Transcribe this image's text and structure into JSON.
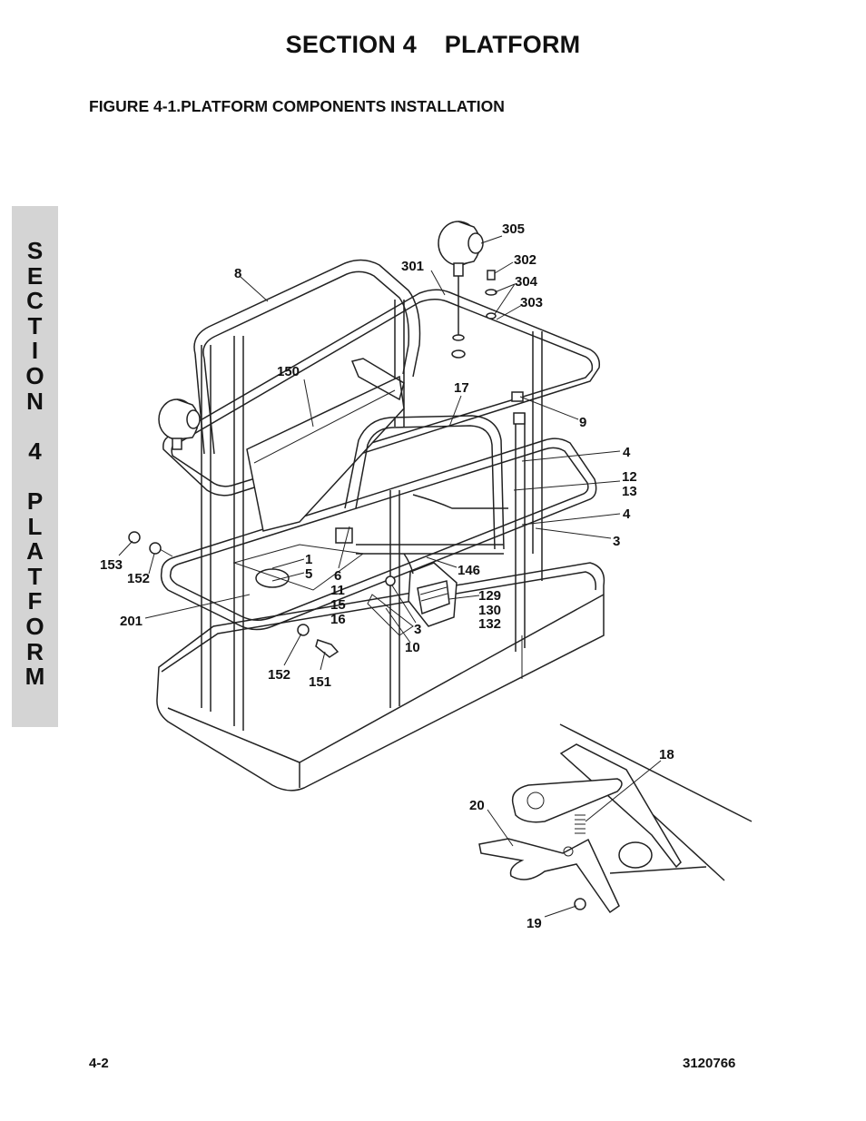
{
  "header": {
    "section_title": "SECTION 4    PLATFORM",
    "figure_title": "FIGURE 4-1.PLATFORM COMPONENTS INSTALLATION"
  },
  "side_tab": {
    "letters": [
      "S",
      "E",
      "C",
      "T",
      "I",
      "O",
      "N",
      "",
      "4",
      "",
      "P",
      "L",
      "A",
      "T",
      "F",
      "O",
      "R",
      "M"
    ],
    "background_color": "#d4d4d4"
  },
  "callouts": {
    "c305": "305",
    "c302": "302",
    "c301": "301",
    "c304": "304",
    "c303": "303",
    "c8": "8",
    "c150": "150",
    "c17": "17",
    "c9": "9",
    "c4a": "4",
    "c12": "12",
    "c13": "13",
    "c4b": "4",
    "c3a": "3",
    "c153": "153",
    "c152a": "152",
    "c1": "1",
    "c5": "5",
    "c6": "6",
    "c11": "11",
    "c15": "15",
    "c16": "16",
    "c146": "146",
    "c129": "129",
    "c130": "130",
    "c132": "132",
    "c201": "201",
    "c3b": "3",
    "c10": "10",
    "c152b": "152",
    "c151": "151",
    "c18": "18",
    "c20": "20",
    "c19": "19"
  },
  "footer": {
    "page_number": "4-2",
    "doc_number": "3120766"
  }
}
